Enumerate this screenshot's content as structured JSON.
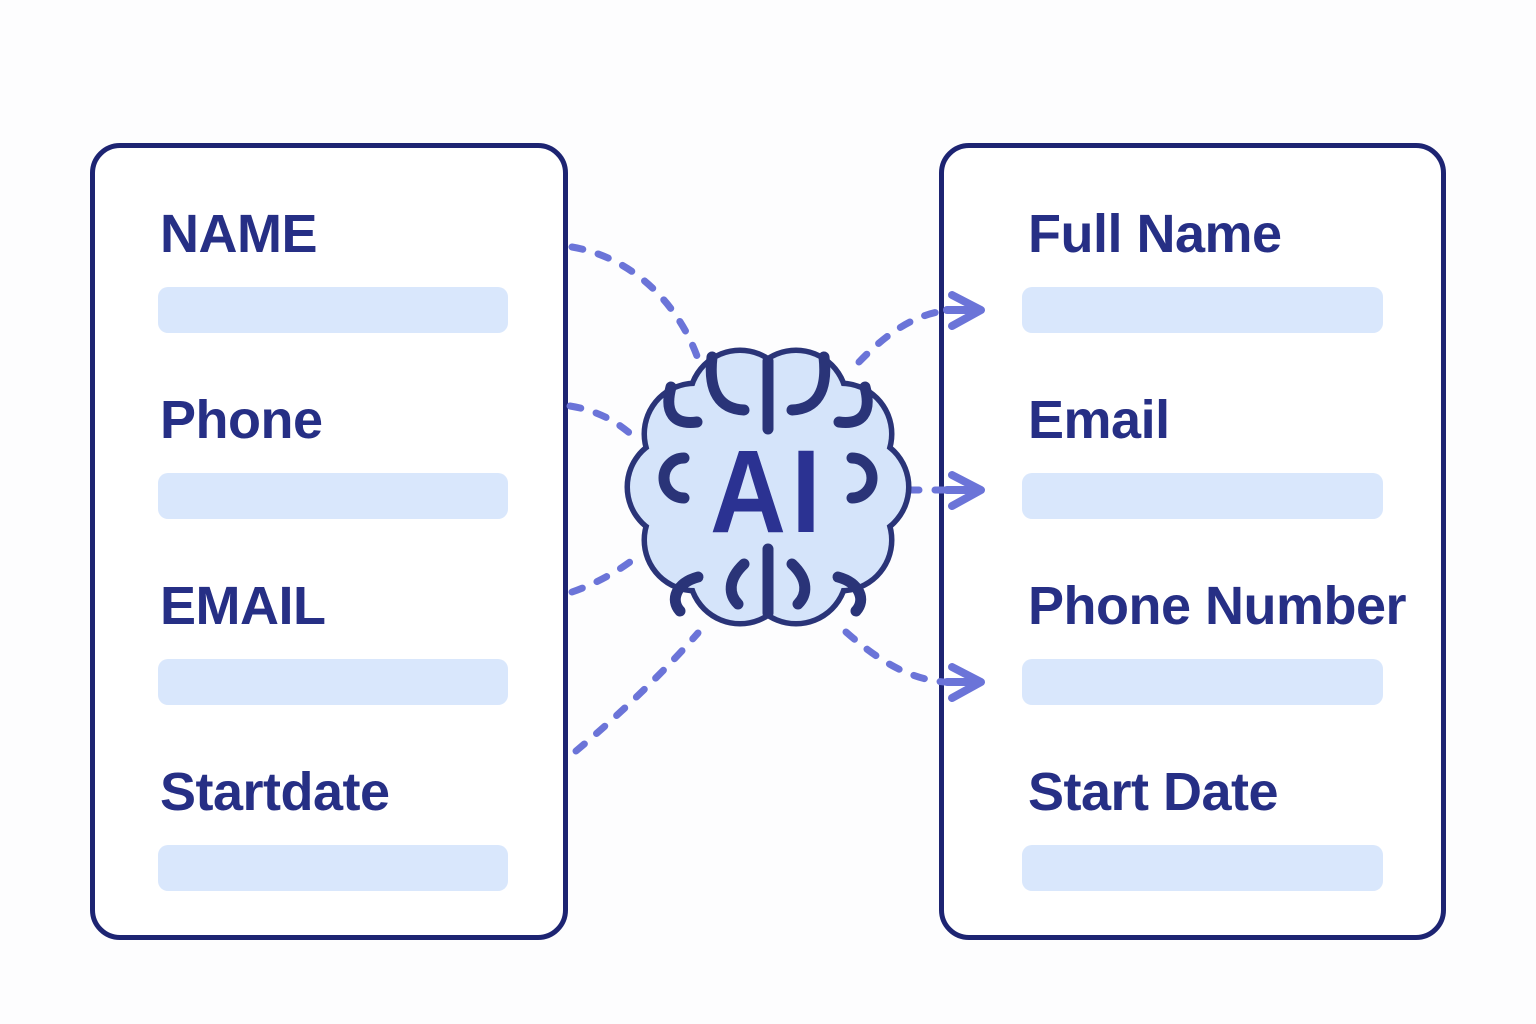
{
  "diagram": {
    "title": "ai-field-mapping-illustration",
    "brain": {
      "label": "AI"
    },
    "left_panel": {
      "fields": [
        {
          "label": "NAME"
        },
        {
          "label": "Phone"
        },
        {
          "label": "EMAIL"
        },
        {
          "label": "Startdate"
        }
      ]
    },
    "right_panel": {
      "fields": [
        {
          "label": "Full Name"
        },
        {
          "label": "Email"
        },
        {
          "label": "Phone Number"
        },
        {
          "label": "Start Date"
        }
      ]
    },
    "connections": {
      "input_curves": 4,
      "output_arrows": 3
    },
    "colors": {
      "background": "#fdfdfe",
      "panel_border_navy": "#1d2472",
      "label_navy": "#262f85",
      "brain_outline_navy": "#2a3478",
      "ai_text_navy": "#2b3292",
      "input_bar_blue": "#d9e7fc",
      "brain_fill_blue": "#d5e4fa",
      "dash_periwinkle": "#6b74d8"
    }
  }
}
